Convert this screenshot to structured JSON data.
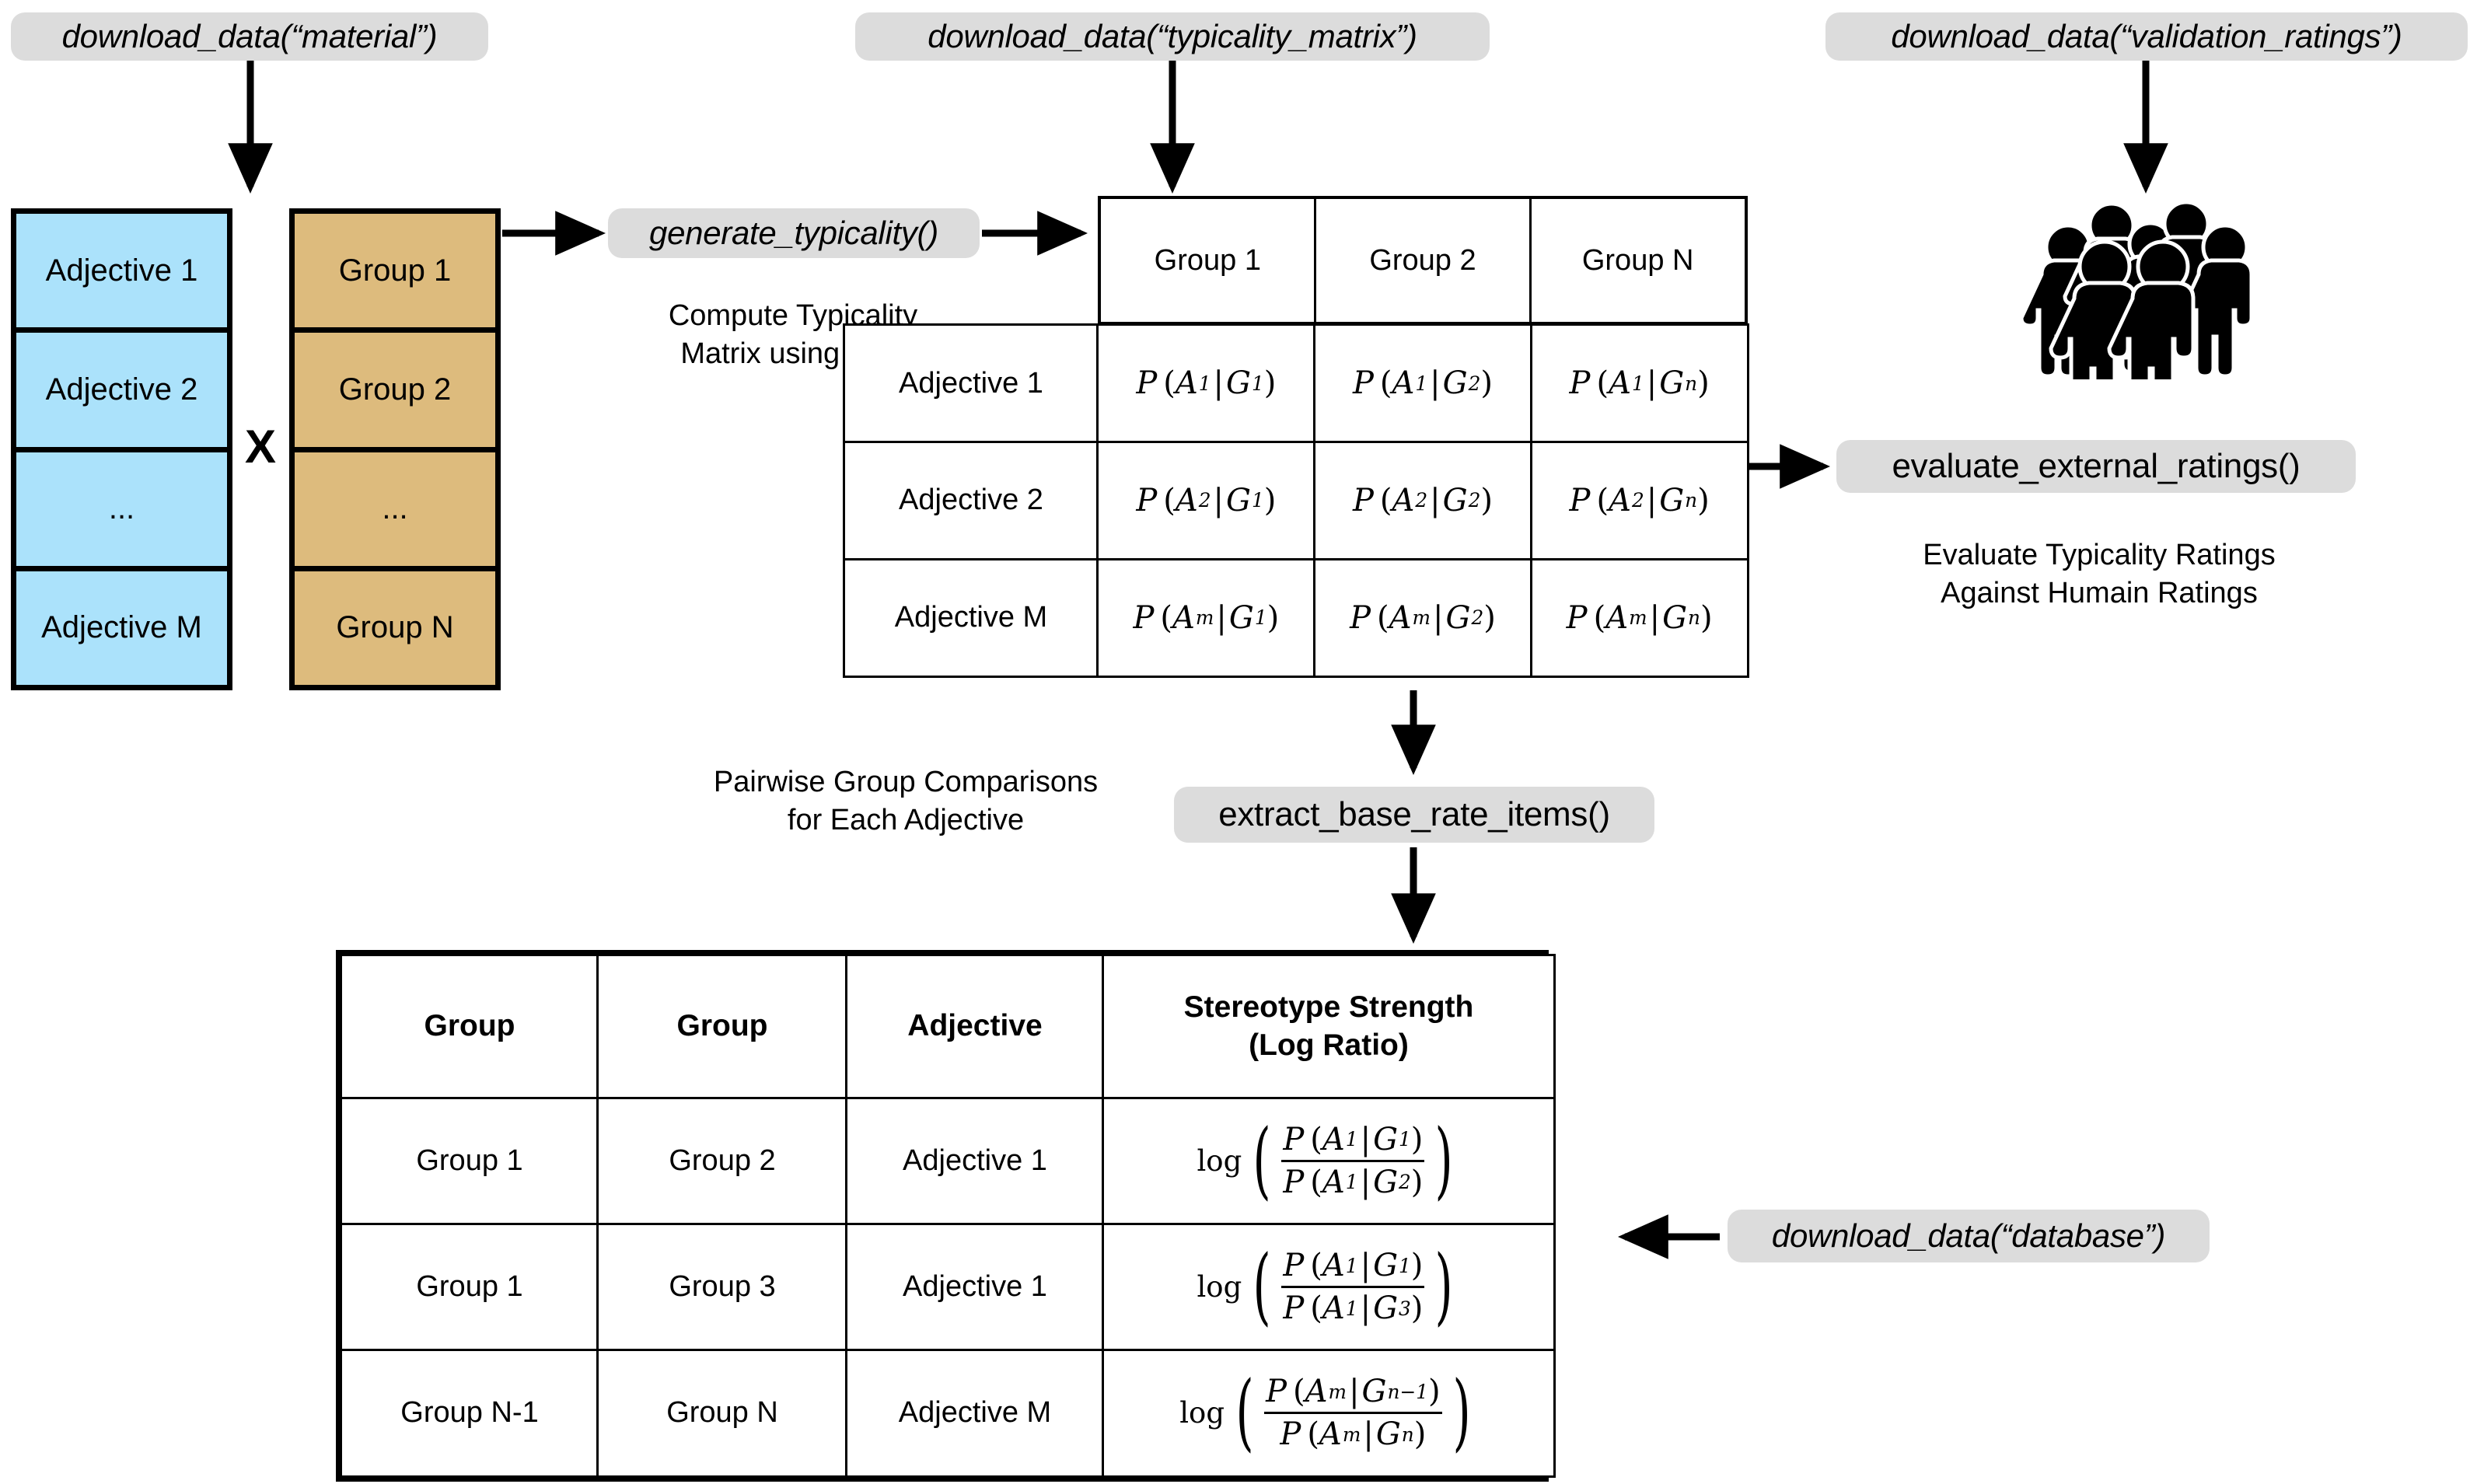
{
  "pills": {
    "download_material": "download_data(“material”)",
    "download_typicality_matrix": "download_data(“typicality_matrix”)",
    "download_validation_ratings": "download_data(“validation_ratings”)",
    "download_database": "download_data(“database”)",
    "generate_typicality": "generate_typicality()",
    "evaluate_external_ratings": "evaluate_external_ratings()",
    "extract_base_rate_items": "extract_base_rate_items()"
  },
  "captions": {
    "compute_typicality": "Compute Typicality\nMatrix using LLM",
    "evaluate_humain": "Evaluate Typicality Ratings\nAgainst Humain Ratings",
    "pairwise": "Pairwise Group Comparisons\nfor Each Adjective"
  },
  "adjective_stack": {
    "items": [
      "Adjective 1",
      "Adjective 2",
      "...",
      "Adjective M"
    ]
  },
  "group_stack": {
    "items": [
      "Group 1",
      "Group 2",
      "...",
      "Group N"
    ]
  },
  "multiply_symbol": "X",
  "typicality_matrix": {
    "column_headers": [
      "Group 1",
      "Group 2",
      "Group N"
    ],
    "row_headers": [
      "Adjective 1",
      "Adjective 2",
      "Adjective M"
    ],
    "cells": [
      [
        {
          "p": "P",
          "a": "A",
          "a_sub": "1",
          "g": "G",
          "g_sub": "1"
        },
        {
          "p": "P",
          "a": "A",
          "a_sub": "1",
          "g": "G",
          "g_sub": "2"
        },
        {
          "p": "P",
          "a": "A",
          "a_sub": "1",
          "g": "G",
          "g_sub": "n"
        }
      ],
      [
        {
          "p": "P",
          "a": "A",
          "a_sub": "2",
          "g": "G",
          "g_sub": "1"
        },
        {
          "p": "P",
          "a": "A",
          "a_sub": "2",
          "g": "G",
          "g_sub": "2"
        },
        {
          "p": "P",
          "a": "A",
          "a_sub": "2",
          "g": "G",
          "g_sub": "n"
        }
      ],
      [
        {
          "p": "P",
          "a": "A",
          "a_sub": "m",
          "g": "G",
          "g_sub": "1"
        },
        {
          "p": "P",
          "a": "A",
          "a_sub": "m",
          "g": "G",
          "g_sub": "2"
        },
        {
          "p": "P",
          "a": "A",
          "a_sub": "m",
          "g": "G",
          "g_sub": "n"
        }
      ]
    ]
  },
  "base_rate_table": {
    "headers": [
      "Group",
      "Group",
      "Adjective",
      "Stereotype Strength\n(Log Ratio)"
    ],
    "rows": [
      {
        "group_a": "Group 1",
        "group_b": "Group 2",
        "adjective": "Adjective 1",
        "log_label": "log",
        "num": {
          "a_sub": "1",
          "g_sub": "1"
        },
        "den": {
          "a_sub": "1",
          "g_sub": "2"
        }
      },
      {
        "group_a": "Group 1",
        "group_b": "Group 3",
        "adjective": "Adjective 1",
        "log_label": "log",
        "num": {
          "a_sub": "1",
          "g_sub": "1"
        },
        "den": {
          "a_sub": "1",
          "g_sub": "3"
        }
      },
      {
        "group_a": "Group N-1",
        "group_b": "Group N",
        "adjective": "Adjective M",
        "log_label": "log",
        "num": {
          "a_sub": "m",
          "g_sub": "n−1"
        },
        "den": {
          "a_sub": "m",
          "g_sub": "n"
        }
      }
    ]
  },
  "icons": {
    "people": "people-group-icon"
  },
  "colors": {
    "blue": "#abe2fb",
    "tan": "#ddbb7d",
    "pill_grey": "#dcdcdc",
    "stroke": "#000000",
    "background": "#ffffff"
  }
}
